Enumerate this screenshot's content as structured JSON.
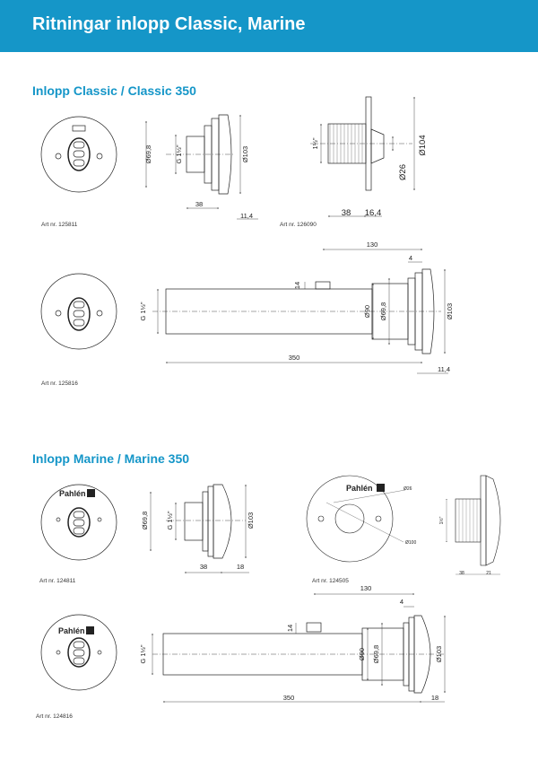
{
  "header": {
    "title": "Ritningar inlopp Classic, Marine"
  },
  "sections": {
    "classic": {
      "title": "Inlopp Classic / Classic 350"
    },
    "marine": {
      "title": "Inlopp Marine / Marine 350"
    }
  },
  "brand": {
    "logo_text": "Pahlén"
  },
  "articles": {
    "a1": "Art nr. 125811",
    "a2": "Art nr. 126090",
    "a3": "Art nr. 125816",
    "a4": "Art nr. 124811",
    "a5": "Art nr. 124505",
    "a6": "Art nr. 124816"
  },
  "dims": {
    "d69_8": "Ø69,8",
    "g1_5": "G 1½\"",
    "d103": "Ø103",
    "d38": "38",
    "d11_4": "11,4",
    "d1_5": "1½\"",
    "d104": "Ø104",
    "d26": "Ø26",
    "d16_4": "16,4",
    "d130": "130",
    "d4": "4",
    "d14": "14",
    "d90": "Ø90",
    "d350": "350",
    "d18": "18",
    "d100": "Ø100",
    "d21": "21"
  },
  "colors": {
    "header": "#1596c8",
    "accent": "#1596c8"
  }
}
